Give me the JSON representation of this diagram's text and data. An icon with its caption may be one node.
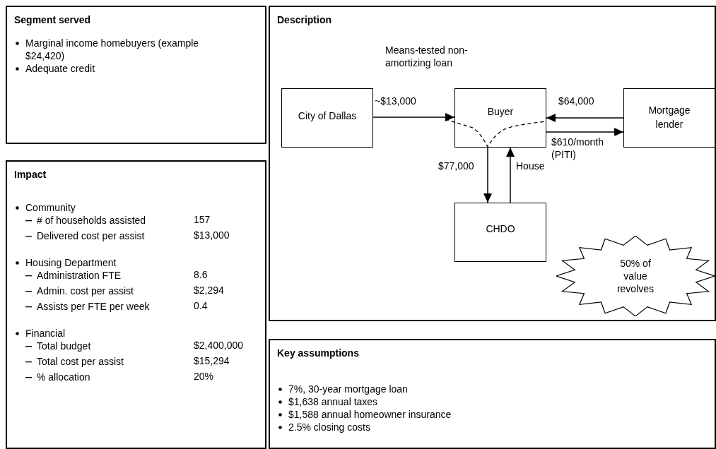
{
  "diagram": {
    "nodes": [
      {
        "text": [
          "Segment served",
          "Marginal income homebuyers (example $24,420)",
          "Adequate credit"
        ]
      },
      {
        "text": [
          "Impact",
          "Community",
          "# of households assisted",
          "157",
          "Delivered cost per assist",
          "$13,000",
          "Housing Department",
          "Administration FTE",
          "8.6",
          "Admin. cost per assist",
          "$2,294",
          "Assists per FTE per week",
          "0.4",
          "Financial",
          "Total budget",
          "$2,400,000",
          "Total cost per assist",
          "$15,294",
          "% allocation",
          "20%"
        ]
      },
      {
        "text": [
          "Description"
        ]
      },
      {
        "text": [
          "City of Dallas"
        ],
        "in": 2
      },
      {
        "text": [
          "Buyer"
        ],
        "in": 2
      },
      {
        "text": [
          "Mortgage lender"
        ],
        "in": 2
      },
      {
        "text": [
          "CHDO"
        ],
        "in": 2
      },
      {
        "text": [
          "50% of value revolves"
        ],
        "in": 2
      },
      {
        "text": [
          "Key assumptions",
          "7%, 30-year mortgage loan",
          "$1,638 annual taxes",
          "$1,588 annual homeowner insurance",
          "2.5% closing costs"
        ]
      }
    ],
    "edges": [
      {
        "from": 3,
        "to": 4,
        "arrow": "to",
        "label": "~$13,000"
      },
      {
        "from": 5,
        "to": 4,
        "arrow": "to",
        "label": "$64,000"
      },
      {
        "from": 4,
        "to": 5,
        "arrow": "to",
        "label": "$610/month (PITI)"
      },
      {
        "from": 4,
        "to": 6,
        "arrow": "to",
        "label": "$77,000"
      },
      {
        "from": 6,
        "to": 4,
        "arrow": "to",
        "label": "House"
      }
    ],
    "labels": [
      "Means-tested non-amortizing loan"
    ]
  }
}
